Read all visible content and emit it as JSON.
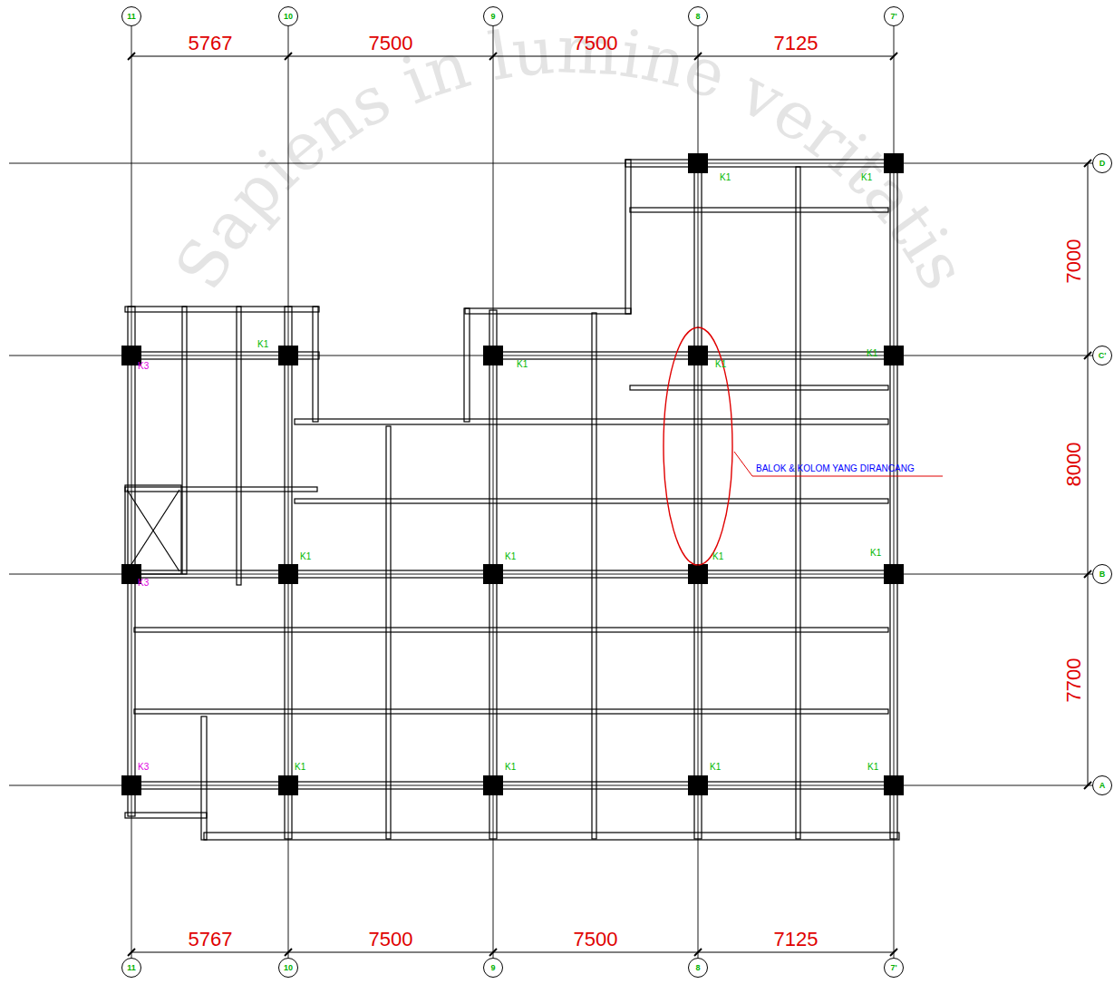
{
  "diagram": {
    "nodes": [
      {
        "text": [
          "11"
        ]
      },
      {
        "text": [
          "10"
        ]
      },
      {
        "text": [
          "9"
        ]
      },
      {
        "text": [
          "8"
        ]
      },
      {
        "text": [
          "7'"
        ]
      },
      {
        "text": [
          "11"
        ]
      },
      {
        "text": [
          "10"
        ]
      },
      {
        "text": [
          "9"
        ]
      },
      {
        "text": [
          "8"
        ]
      },
      {
        "text": [
          "7'"
        ]
      },
      {
        "text": [
          "D"
        ]
      },
      {
        "text": [
          "C'"
        ]
      },
      {
        "text": [
          "B"
        ]
      },
      {
        "text": [
          "A"
        ]
      }
    ],
    "edges": [
      {
        "from": 0,
        "to": 5,
        "arrow": "none"
      },
      {
        "from": 1,
        "to": 6,
        "arrow": "none"
      },
      {
        "from": 2,
        "to": 7,
        "arrow": "none"
      },
      {
        "from": 3,
        "to": 8,
        "arrow": "none"
      },
      {
        "from": 4,
        "to": 9,
        "arrow": "none"
      }
    ],
    "labels": [
      "Sapiens in lumine veritatis",
      "5767",
      "7500",
      "7500",
      "7125",
      "5767",
      "7500",
      "7500",
      "7125",
      "7000",
      "8000",
      "7700",
      "K1",
      "K1",
      "K3",
      "K1",
      "K1",
      "K1",
      "K1",
      "K1",
      "K1",
      "K1",
      "K1",
      "K3",
      "K3",
      "K1",
      "K1",
      "K1",
      "K1",
      "BALOK & KOLOM YANG DIRANCANG"
    ]
  }
}
